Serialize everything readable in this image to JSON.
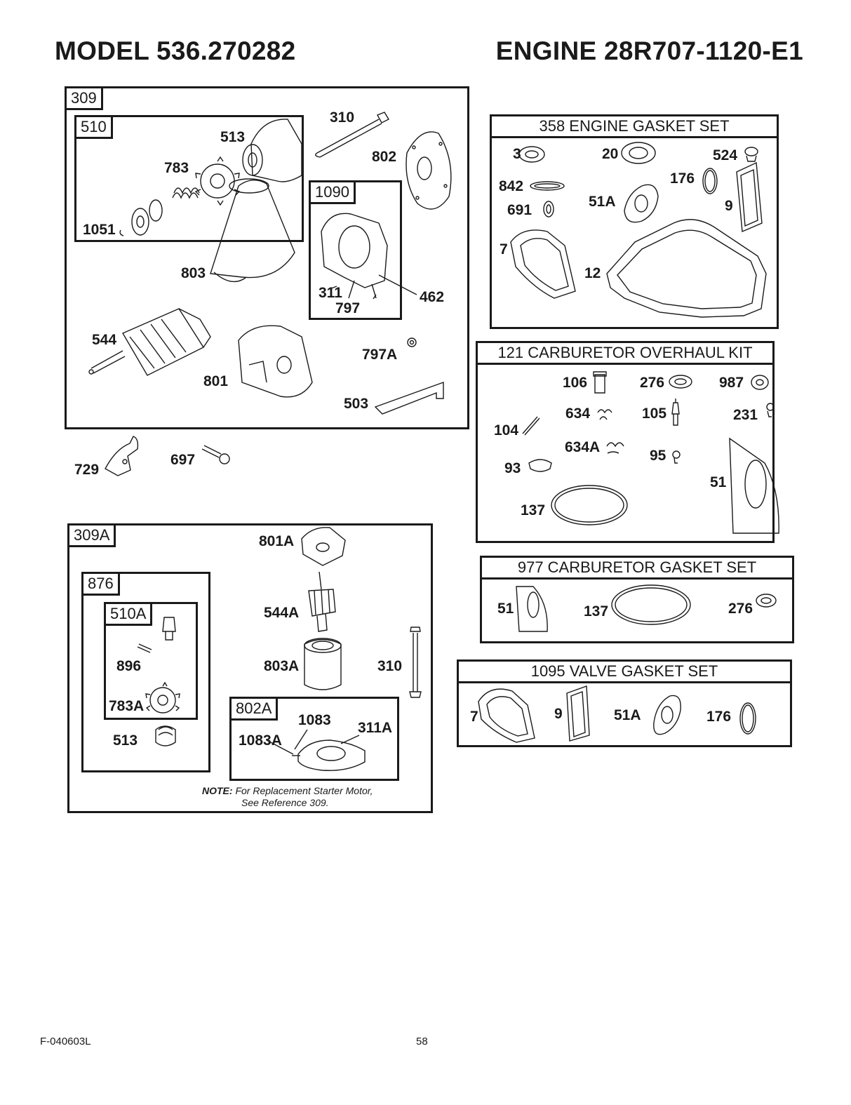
{
  "header": {
    "model": "MODEL 536.270282",
    "engine": "ENGINE 28R707-1120-E1"
  },
  "starter_309": {
    "tag": "309",
    "sub_510": {
      "tag": "510",
      "parts": [
        "513",
        "783",
        "1051"
      ]
    },
    "sub_1090": {
      "tag": "1090",
      "parts": [
        "311",
        "797"
      ]
    },
    "parts": [
      "310",
      "802",
      "462",
      "803",
      "544",
      "801",
      "797A",
      "503"
    ]
  },
  "loose_parts": [
    "729",
    "697"
  ],
  "starter_309A": {
    "tag": "309A",
    "sub_876": {
      "tag": "876",
      "parts": [
        "513"
      ]
    },
    "sub_510A": {
      "tag": "510A",
      "parts": [
        "896",
        "783A"
      ]
    },
    "sub_802A": {
      "tag": "802A",
      "parts": [
        "1083",
        "311A",
        "1083A"
      ]
    },
    "parts": [
      "801A",
      "544A",
      "803A",
      "310"
    ],
    "note_label": "NOTE:",
    "note_line1": "For Replacement Starter Motor,",
    "note_line2": "See Reference 309."
  },
  "engine_gasket_set": {
    "title": "358 ENGINE GASKET SET",
    "parts": [
      "3",
      "20",
      "524",
      "842",
      "176",
      "691",
      "51A",
      "9",
      "7",
      "12"
    ]
  },
  "carburetor_overhaul_kit": {
    "title": "121 CARBURETOR OVERHAUL KIT",
    "parts": [
      "106",
      "276",
      "987",
      "634",
      "105",
      "231",
      "104",
      "634A",
      "95",
      "93",
      "51",
      "137"
    ]
  },
  "carburetor_gasket_set": {
    "title": "977 CARBURETOR GASKET SET",
    "parts": [
      "51",
      "137",
      "276"
    ]
  },
  "valve_gasket_set": {
    "title": "1095 VALVE GASKET SET",
    "parts": [
      "7",
      "9",
      "51A",
      "176"
    ]
  },
  "footer": {
    "form_code": "F-040603L",
    "page_number": "58"
  },
  "colors": {
    "ink": "#1a1a1a",
    "paper": "#ffffff"
  }
}
